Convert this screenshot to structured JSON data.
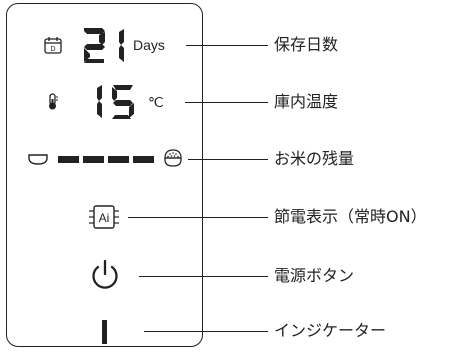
{
  "panel": {
    "days": {
      "value": "21",
      "unit": "Days",
      "calendar_letter": "D"
    },
    "temperature": {
      "value": "15",
      "unit": "℃"
    },
    "rice_level": {
      "segments_filled": 4,
      "segments_total": 4
    },
    "eco_icon_text": "Ai"
  },
  "labels": [
    "保存日数",
    "庫内温度",
    "お米の残量",
    "節電表示（常時ON）",
    "電源ボタン",
    "インジケーター"
  ]
}
